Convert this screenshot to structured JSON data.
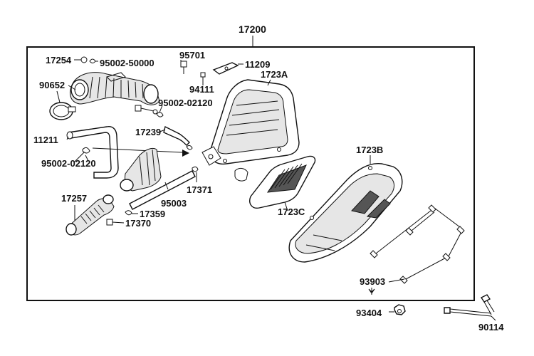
{
  "diagram": {
    "labels": {
      "assembly": "17200",
      "p17254": "17254",
      "p95002_50000": "95002-50000",
      "p90652": "90652",
      "p95701": "95701",
      "p11209": "11209",
      "p1723A": "1723A",
      "p94111": "94111",
      "p95002_02120_top": "95002-02120",
      "p17239": "17239",
      "p11211": "11211",
      "p95002_02120_left": "95002-02120",
      "p17257": "17257",
      "p17371": "17371",
      "p95003": "95003",
      "p17359": "17359",
      "p17370": "17370",
      "p1723B": "1723B",
      "p1723C": "1723C",
      "p93903": "93903",
      "p93404": "93404",
      "p90114": "90114"
    }
  }
}
